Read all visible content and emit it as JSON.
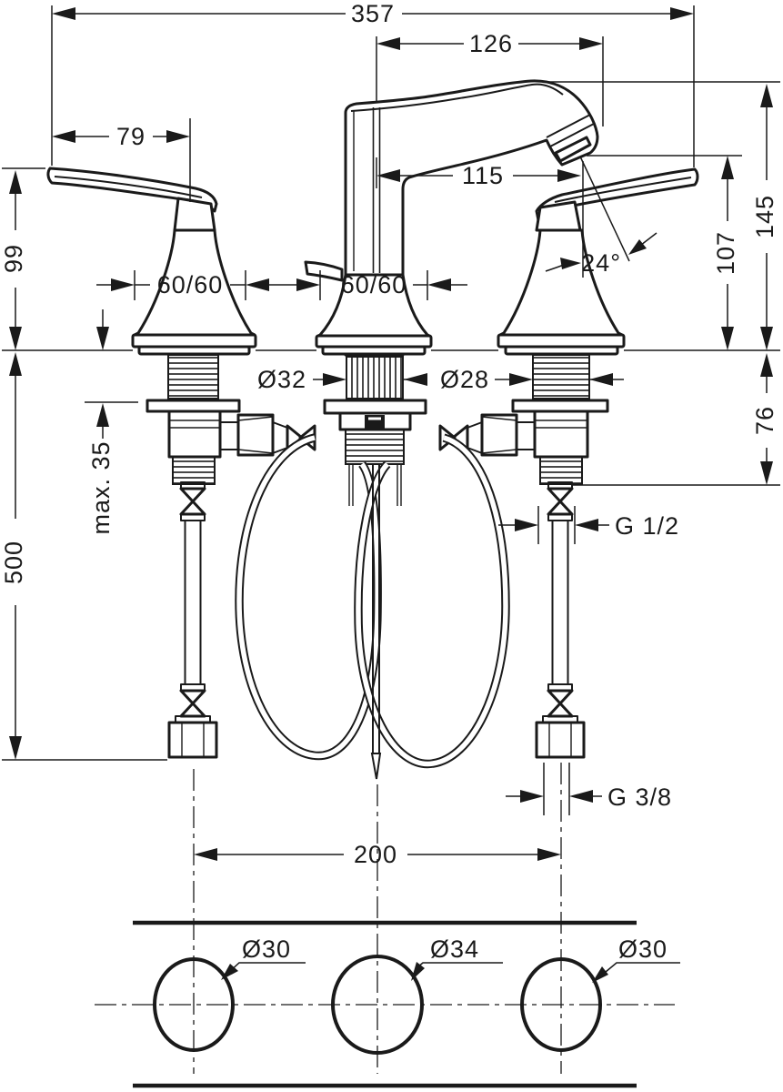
{
  "drawing": {
    "title": "faucet-installation-dimension-drawing",
    "dimensions": {
      "total_width": "357",
      "spout_offset": "126",
      "handle_width": "79",
      "spout_reach": "115",
      "handle_height": "99",
      "overall_height": "145",
      "spout_height": "107",
      "spray_angle": "24°",
      "escutcheon_left": "60/60",
      "escutcheon_center": "60/60",
      "dia_center_shank": "Ø32",
      "dia_side_shank": "Ø28",
      "shank_length": "76",
      "max_deck_thickness": "max. 35",
      "hose_length": "500",
      "thread_main": "G 1/2",
      "thread_supply": "G 3/8",
      "hole_spacing": "200"
    },
    "holes": {
      "left": "Ø30",
      "center": "Ø34",
      "right": "Ø30"
    },
    "colors": {
      "line": "#1a1a1a",
      "background": "#ffffff"
    }
  }
}
